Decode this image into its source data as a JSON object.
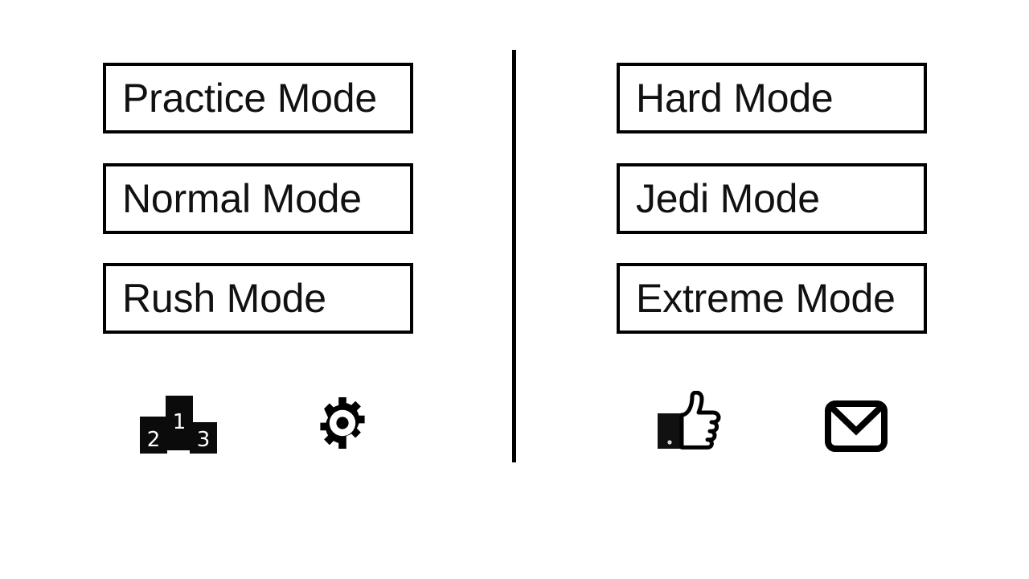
{
  "screen": {
    "background_color": "#ffffff",
    "foreground_color": "#000000"
  },
  "left_column": {
    "name": "easier-modes",
    "buttons": [
      {
        "id": "practice",
        "label": "Practice Mode"
      },
      {
        "id": "normal",
        "label": "Normal Mode"
      },
      {
        "id": "rush",
        "label": "Rush Mode"
      }
    ]
  },
  "right_column": {
    "name": "harder-modes",
    "buttons": [
      {
        "id": "hard",
        "label": "Hard Mode"
      },
      {
        "id": "jedi",
        "label": "Jedi Mode"
      },
      {
        "id": "extreme",
        "label": "Extreme Mode"
      }
    ]
  },
  "divider": {
    "name": "vertical-divider",
    "color": "#000000"
  },
  "icons": {
    "leaderboard": {
      "name": "leaderboard-icon",
      "podium_places": [
        "1",
        "2",
        "3"
      ],
      "fill_color": "#0b0b0b",
      "number_color": "#ffffff"
    },
    "settings": {
      "name": "gear-icon",
      "fill_color": "#000000"
    },
    "rate": {
      "name": "thumbs-up-icon",
      "fill_color": "#000000"
    },
    "mail": {
      "name": "envelope-icon",
      "fill_color": "#000000"
    }
  }
}
